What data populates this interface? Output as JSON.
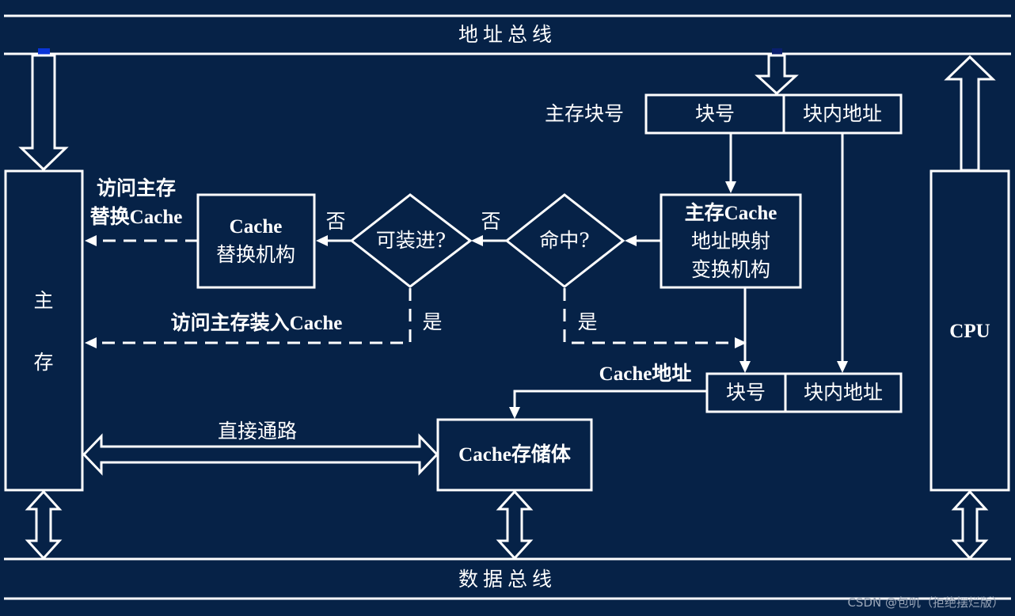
{
  "bus": {
    "address": "地址总线",
    "data": "数据总线"
  },
  "main_memory": {
    "label_top": "主",
    "label_bottom": "存"
  },
  "cpu": {
    "label": "CPU"
  },
  "main_block_address": {
    "caption": "主存块号",
    "field_block": "块号",
    "field_offset": "块内地址"
  },
  "mapping_unit": {
    "line1": "主存Cache",
    "line2": "地址映射",
    "line3": "变换机构"
  },
  "hit_decision": {
    "label": "命中?",
    "no": "否",
    "yes": "是"
  },
  "load_decision": {
    "label": "可装进?",
    "no": "否",
    "yes": "是"
  },
  "replace_unit": {
    "line1": "Cache",
    "line2": "替换机构"
  },
  "replace_path": {
    "line1": "访问主存",
    "line2": "替换Cache"
  },
  "load_path": {
    "label": "访问主存装入Cache"
  },
  "cache_address": {
    "caption": "Cache地址",
    "field_block": "块号",
    "field_offset": "块内地址"
  },
  "cache_storage": {
    "label": "Cache存储体"
  },
  "direct_path": {
    "label": "直接通路"
  },
  "watermark": "CSDN @包叽（拒绝摆烂版）",
  "colors": {
    "background": "#062247",
    "foreground": "#ffffff",
    "bus_tap_left": "#0a35d8",
    "bus_tap_right": "#0a1f6e"
  }
}
